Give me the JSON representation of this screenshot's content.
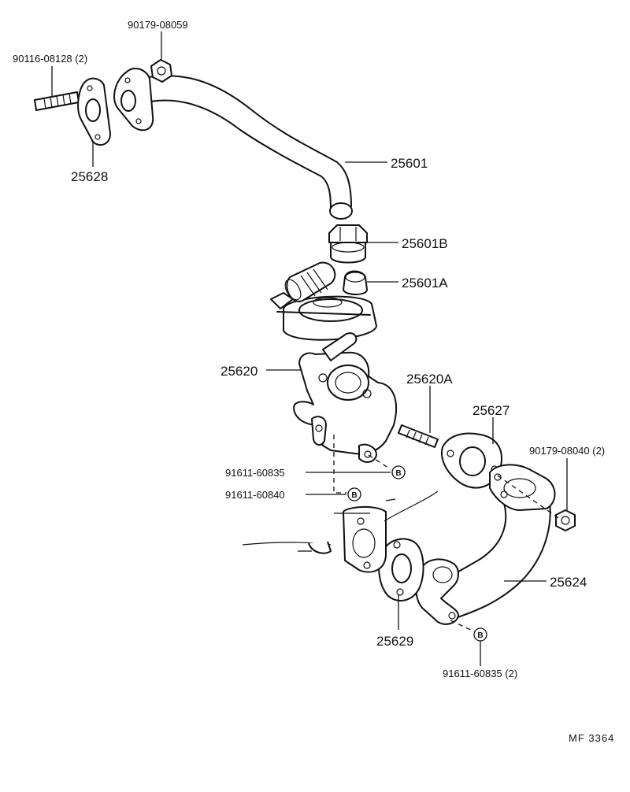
{
  "labels": {
    "p90179_08059": "90179-08059",
    "p90116_08128": "90116-08128 (2)",
    "p25628": "25628",
    "p25601": "25601",
    "p25601B": "25601B",
    "p25601A": "25601A",
    "p25620": "25620",
    "p25620A": "25620A",
    "p25627": "25627",
    "p90179_08040": "90179-08040 (2)",
    "p91611_60835_a": "91611-60835",
    "p91611_60840": "91611-60840",
    "p25624": "25624",
    "p25629": "25629",
    "p91611_60835_b": "91611-60835 (2)"
  },
  "markers": {
    "bolt_symbol": "B"
  },
  "code": "MF  3364"
}
